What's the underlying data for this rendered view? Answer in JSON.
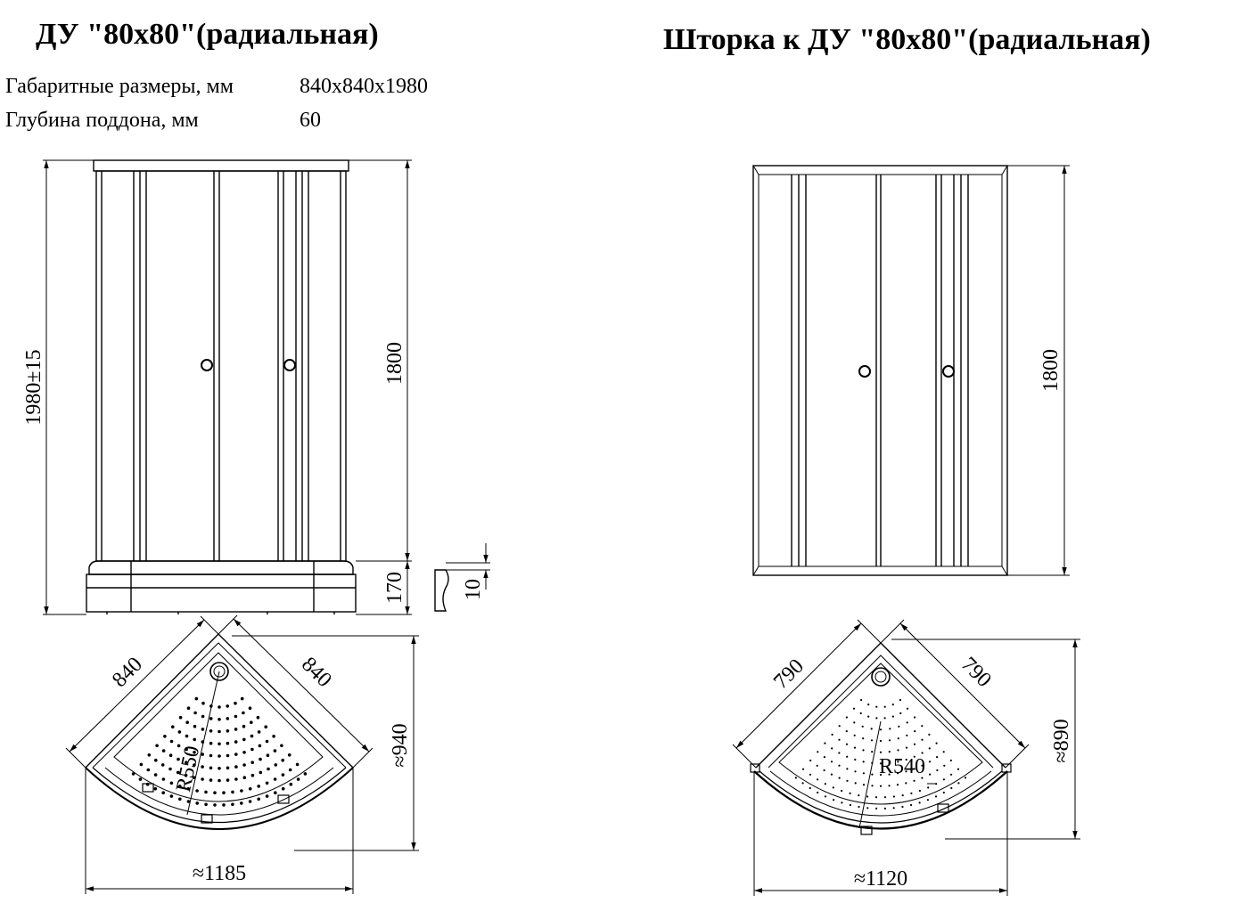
{
  "titles": {
    "left": "ДУ \"80x80\"(радиальная)",
    "right": "Шторка к ДУ \"80x80\"(радиальная)"
  },
  "specs": [
    {
      "label": "Габаритные размеры, мм",
      "value": "840x840x1980"
    },
    {
      "label": "Глубина поддона, мм",
      "value": "60"
    }
  ],
  "dimensions": {
    "left_front": {
      "height_total": "1980±15",
      "height_doors": "1800",
      "tray_height": "170",
      "foot_detail": "10"
    },
    "left_plan": {
      "side_a": "840",
      "side_b": "840",
      "radius": "R550",
      "depth": "≈940",
      "width": "≈1185"
    },
    "right_front": {
      "height_doors": "1800"
    },
    "right_plan": {
      "side_a": "790",
      "side_b": "790",
      "radius": "R540",
      "depth": "≈890",
      "width": "≈1120"
    }
  }
}
